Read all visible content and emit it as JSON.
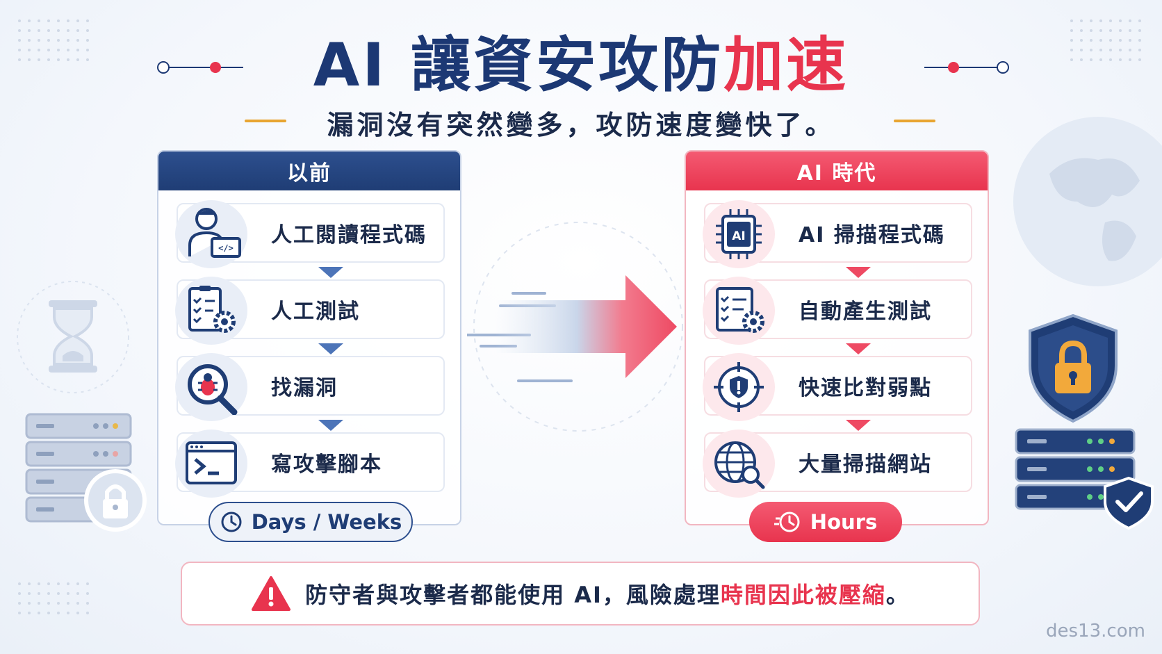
{
  "title": {
    "main": "AI 讓資安攻防",
    "highlight": "加速"
  },
  "subtitle": "漏洞沒有突然變多，攻防速度變快了。",
  "left_panel": {
    "header": "以前",
    "steps": [
      {
        "label": "人工閱讀程式碼",
        "icon": "developer-laptop-icon"
      },
      {
        "label": "人工測試",
        "icon": "checklist-gear-icon"
      },
      {
        "label": "找漏洞",
        "icon": "bug-magnifier-icon"
      },
      {
        "label": "寫攻擊腳本",
        "icon": "terminal-icon"
      }
    ],
    "duration": "Days / Weeks"
  },
  "right_panel": {
    "header": "AI 時代",
    "steps": [
      {
        "label": "AI 掃描程式碼",
        "icon": "ai-chip-icon",
        "chip_text": "AI"
      },
      {
        "label": "自動產生測試",
        "icon": "checklist-gear-icon"
      },
      {
        "label": "快速比對弱點",
        "icon": "target-shield-icon"
      },
      {
        "label": "大量掃描網站",
        "icon": "globe-search-icon"
      }
    ],
    "duration": "Hours"
  },
  "note": {
    "text": "防守者與攻擊者都能使用 AI，風險處理",
    "highlight": "時間因此被壓縮",
    "end": "。"
  },
  "watermark": "des13.com",
  "colors": {
    "navy": "#1c3874",
    "red": "#e8344e",
    "gold": "#e8a531",
    "light_blue": "#e9eef7"
  }
}
